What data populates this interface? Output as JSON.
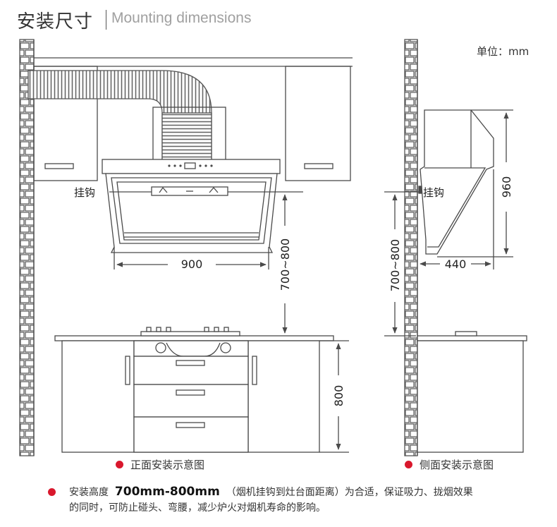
{
  "header": {
    "title_cn": "安装尺寸",
    "title_en": "Mounting dimensions"
  },
  "unit_label": "单位：mm",
  "front": {
    "hook_label": "挂钩",
    "width_dim": "900",
    "height_dim": "700~800",
    "cabinet_dim": "800",
    "caption": "正面安装示意图"
  },
  "side": {
    "hook_label": "挂钩",
    "height_dim": "960",
    "depth_dim": "440",
    "mount_dim": "700~800",
    "caption": "侧面安装示意图"
  },
  "note": {
    "prefix": "安装高度",
    "highlight": "700mm-800mm",
    "rest_line1": "（烟机挂钩到灶台面距离）为合适，保证吸力、拢烟效果",
    "line2": "的同时，可防止碰头、弯腰，减少炉火对烟机寿命的影响。"
  },
  "colors": {
    "line": "#4a4a4a",
    "brick": "#555555",
    "bullet": "#d9182d"
  }
}
